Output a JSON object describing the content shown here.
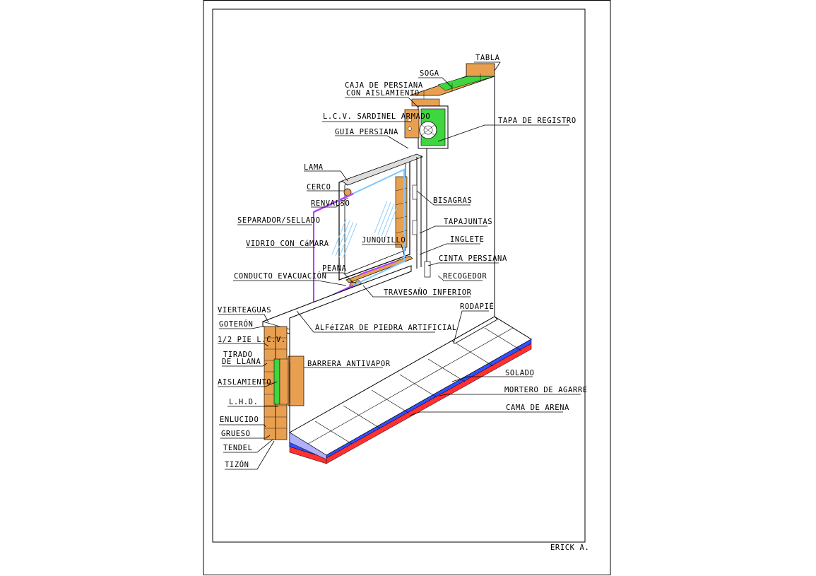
{
  "labels": {
    "tabla": "TABLA",
    "soga": "SOGA",
    "caja_persiana_1": "CAJA DE PERSIANA",
    "caja_persiana_2": "CON AISLAMIENTO",
    "lcv_sardinel": "L.C.V. SARDINEL ARMADO",
    "guia_persiana": "GUIA PERSIANA",
    "tapa_registro": "TAPA DE REGISTRO",
    "lama": "LAMA",
    "cerco": "CERCO",
    "renvalso": "RENVALSO",
    "bisagras": "BISAGRAS",
    "separador_sellado": "SEPARADOR/SELLADO",
    "tapajuntas": "TAPAJUNTAS",
    "vidrio_camara": "VIDRIO CON CáMARA",
    "junquillo": "JUNQUILLO",
    "inglete": "INGLETE",
    "cinta_persiana": "CINTA PERSIANA",
    "peana": "PEANA",
    "conducto_evacuacion": "CONDUCTO EVACUACIÓN",
    "recogedor": "RECOGEDOR",
    "travesano_inferior": "TRAVESAÑO INFERIOR",
    "vierteaguas": "VIERTEAGUAS",
    "rodapie": "RODAPIÉ",
    "goteron": "GOTERÓN",
    "alfeizar": "ALFéIZAR DE PIEDRA ARTIFICIAL",
    "medio_pie": "1/2 PIE L.C.V.",
    "tirado_1": "TIRADO",
    "tirado_2": "DE LLANA",
    "barrera_antivapor": "BARRERA ANTIVAPOR",
    "solado": "SOLADO",
    "aislamiento": "AISLAMIENTO",
    "mortero_agarre": "MORTERO DE AGARRE",
    "lhd": "L.H.D.",
    "cama_arena": "CAMA DE ARENA",
    "enlucido": "ENLUCIDO",
    "grueso": "GRUESO",
    "tendel": "TENDEL",
    "tizon": "TIZÓN"
  },
  "author": "ERICK A.",
  "colors": {
    "brick": "#e8a050",
    "brick_dark": "#c07020",
    "insulation": "#3fd63f",
    "glass": "#7fc8ff",
    "seal": "#b040ff",
    "floor_red": "#ff3030",
    "floor_blue": "#3050ff",
    "line": "#000000"
  }
}
